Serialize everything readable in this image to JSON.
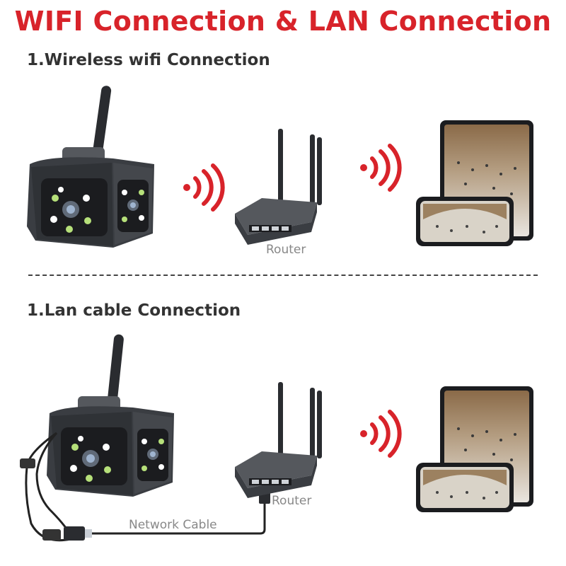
{
  "title": "WIFI Connection & LAN Connection",
  "sections": [
    {
      "heading": "1.Wireless wifi Connection",
      "router_label": "Router"
    },
    {
      "heading": "1.Lan cable Connection",
      "router_label": "Router",
      "cable_label": "Network Cable"
    }
  ],
  "colors": {
    "title": "#d8232a",
    "signal": "#d8232a",
    "heading": "#333333",
    "label": "#888888",
    "device": "#3a3d42"
  }
}
